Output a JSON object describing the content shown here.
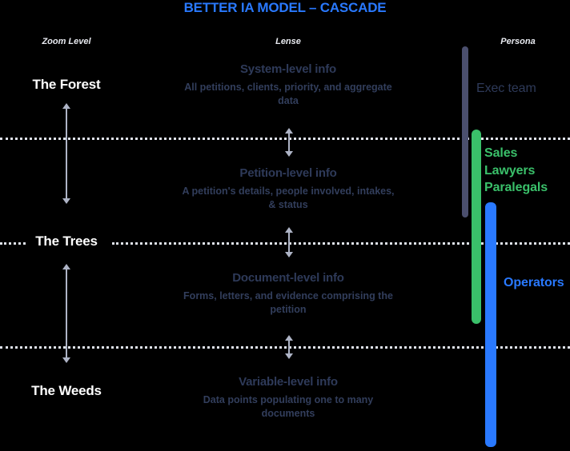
{
  "title": "BETTER IA MODEL – CASCADE",
  "columns": {
    "zoom_level": "Zoom Level",
    "lense": "Lense",
    "persona": "Persona"
  },
  "zoom_levels": [
    {
      "label": "The Forest"
    },
    {
      "label": "The Trees"
    },
    {
      "label": "The Weeds"
    }
  ],
  "lenses": [
    {
      "title": "System-level info",
      "description": "All petitions, clients, priority, and aggregate data"
    },
    {
      "title": "Petition-level info",
      "description": "A petition's details, people involved, intakes, & status"
    },
    {
      "title": "Document-level info",
      "description": "Forms, letters, and evidence comprising the petition"
    },
    {
      "title": "Variable-level info",
      "description": "Data points populating one to many documents"
    }
  ],
  "personas": [
    {
      "label": "Exec team",
      "color": "#2e3a59",
      "bar_color": "#4b4f6e"
    },
    {
      "label": "Sales\nLawyers\nParalegals",
      "color": "#3ac06a",
      "bar_color": "#3ac06a"
    },
    {
      "label": "Operators",
      "color": "#2979ff",
      "bar_color": "#2979ff"
    }
  ],
  "persona_group_lines": {
    "line1": "Sales",
    "line2": "Lawyers",
    "line3": "Paralegals"
  },
  "colors": {
    "background": "#000000",
    "title": "#2979ff",
    "divider": "#dfe3ec",
    "arrow": "#aeb4c6",
    "zoom_label": "#ffffff",
    "lens_title": "#2e3a59",
    "lens_desc": "#323e5c",
    "green": "#3ac06a",
    "blue": "#2979ff",
    "slate": "#4b4f6e"
  }
}
